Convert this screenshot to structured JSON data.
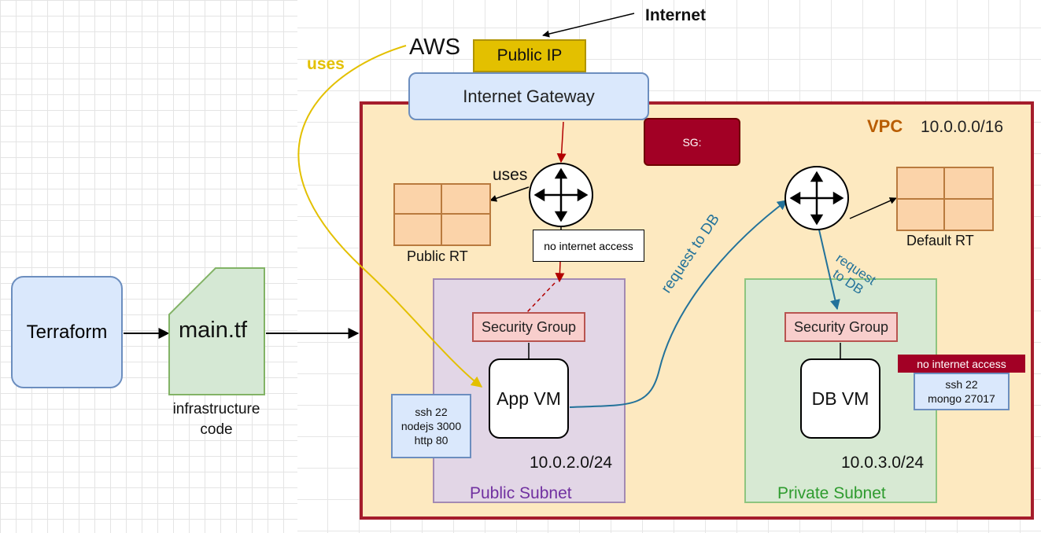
{
  "internet_label": "Internet",
  "aws_label": "AWS",
  "uses_yellow_label": "uses",
  "uses_black_label": "uses",
  "public_ip_label": "Public IP",
  "igw_label": "Internet Gateway",
  "sg_label": "SG:",
  "vpc": {
    "title": "VPC",
    "cidr": "10.0.0.0/16"
  },
  "terraform_label": "Terraform",
  "main_tf_label": "main.tf",
  "infra_code_line1": "infrastructure",
  "infra_code_line2": "code",
  "public_rt_label": "Public RT",
  "default_rt_label": "Default RT",
  "no_internet_access_pub": "no internet access",
  "no_internet_access_priv": "no internet access",
  "request_to_db_1": "request to DB",
  "request_to_db_2_line1": "request",
  "request_to_db_2_line2": "to DB",
  "public_subnet": {
    "name": "Public Subnet",
    "cidr": "10.0.2.0/24",
    "security_group": "Security Group",
    "vm": "App VM",
    "ports": [
      "ssh 22",
      "nodejs 3000",
      "http 80"
    ]
  },
  "private_subnet": {
    "name": "Private Subnet",
    "cidr": "10.0.3.0/24",
    "security_group": "Security Group",
    "vm": "DB VM",
    "ports": [
      "ssh 22",
      "mongo 27017"
    ]
  },
  "colors": {
    "vpc_border": "#a51d2c",
    "vpc_fill": "#fde9c0",
    "yellow_arrow": "#e3c000",
    "teal_arrow": "#23729a",
    "red_arrow": "#b20000",
    "vpc_title": "#b85c00",
    "public_subnet_text": "#7030a0",
    "private_subnet_text": "#2e9b2e"
  }
}
